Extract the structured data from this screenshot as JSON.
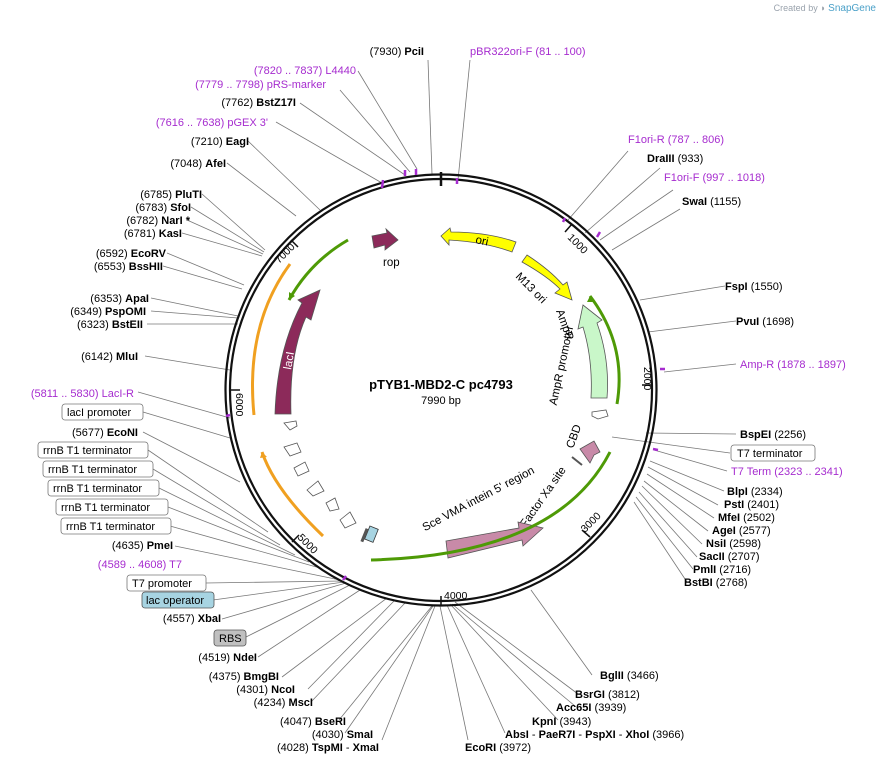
{
  "watermark": {
    "prefix": "Created by",
    "brand": "SnapGene"
  },
  "plasmid": {
    "name": "pTYB1-MBD2-C pc4793",
    "length_label": "7990 bp"
  },
  "ticks": [
    "1000",
    "2000",
    "3000",
    "4000",
    "5000",
    "6000",
    "7000"
  ],
  "enzymes": [
    {
      "pos": "(7930)",
      "name": "PciI"
    },
    {
      "pos": "(933)",
      "name": "DraIII"
    },
    {
      "pos": "(1155)",
      "name": "SwaI"
    },
    {
      "pos": "(1550)",
      "name": "FspI"
    },
    {
      "pos": "(1698)",
      "name": "PvuI"
    },
    {
      "pos": "(2256)",
      "name": "BspEI"
    },
    {
      "pos": "(2334)",
      "name": "BlpI"
    },
    {
      "pos": "(2401)",
      "name": "PstI"
    },
    {
      "pos": "(2502)",
      "name": "MfeI"
    },
    {
      "pos": "(2577)",
      "name": "AgeI"
    },
    {
      "pos": "(2598)",
      "name": "NsiI"
    },
    {
      "pos": "(2707)",
      "name": "SacII"
    },
    {
      "pos": "(2716)",
      "name": "PmlI"
    },
    {
      "pos": "(2768)",
      "name": "BstBI"
    },
    {
      "pos": "(3466)",
      "name": "BglII"
    },
    {
      "pos": "(3812)",
      "name": "BsrGI"
    },
    {
      "pos": "(3939)",
      "name": "Acc65I"
    },
    {
      "pos": "(3943)",
      "name": "KpnI"
    },
    {
      "pos": "(7762)",
      "name": "BstZ17I"
    },
    {
      "pos": "(7210)",
      "name": "EagI"
    },
    {
      "pos": "(7048)",
      "name": "AfeI"
    },
    {
      "pos": "(6785)",
      "name": "PluTI"
    },
    {
      "pos": "(6783)",
      "name": "SfoI"
    },
    {
      "pos": "(6782)",
      "name": "NarI *"
    },
    {
      "pos": "(6781)",
      "name": "KasI"
    },
    {
      "pos": "(6592)",
      "name": "EcoRV"
    },
    {
      "pos": "(6553)",
      "name": "BssHII"
    },
    {
      "pos": "(6353)",
      "name": "ApaI"
    },
    {
      "pos": "(6349)",
      "name": "PspOMI"
    },
    {
      "pos": "(6323)",
      "name": "BstEII"
    },
    {
      "pos": "(6142)",
      "name": "MluI"
    },
    {
      "pos": "(5677)",
      "name": "EcoNI"
    },
    {
      "pos": "(4635)",
      "name": "PmeI"
    },
    {
      "pos": "(4557)",
      "name": "XbaI"
    },
    {
      "pos": "(4519)",
      "name": "NdeI"
    },
    {
      "pos": "(4375)",
      "name": "BmgBI"
    },
    {
      "pos": "(4301)",
      "name": "NcoI"
    },
    {
      "pos": "(4234)",
      "name": "MscI"
    },
    {
      "pos": "(4047)",
      "name": "BseRI"
    },
    {
      "pos": "(4030)",
      "name": "SmaI"
    },
    {
      "pos": "(3972)",
      "name": "EcoRI"
    }
  ],
  "bottom_row_1": {
    "pos": "(4028)",
    "name1": "TspMI",
    "sep1": " - ",
    "name2": "XmaI"
  },
  "bottom_row_2": {
    "name1": "AbsI",
    "sep1": " - ",
    "name2": "PaeR7I",
    "sep2": " - ",
    "name3": "PspXI",
    "sep3": " - ",
    "name4": "XhoI",
    "pos": "(3966)"
  },
  "primers": [
    {
      "name": "pBR322ori-F",
      "range": "(81 .. 100)"
    },
    {
      "name": "F1ori-R",
      "range": "(787 .. 806)"
    },
    {
      "name": "F1ori-F",
      "range": "(997 .. 1018)"
    },
    {
      "name": "Amp-R",
      "range": "(1878 .. 1897)"
    },
    {
      "name": "T7 Term",
      "range": "(2323 .. 2341)"
    },
    {
      "name": "L4440",
      "range": "(7820 .. 7837)"
    },
    {
      "name": "pRS-marker",
      "range": "(7779 .. 7798)"
    },
    {
      "name": "pGEX 3'",
      "range": "(7616 .. 7638)"
    },
    {
      "name": "LacI-R",
      "range": "(5811 .. 5830)"
    },
    {
      "name": "T7",
      "range": "(4589 .. 4608)"
    }
  ],
  "boxed": [
    {
      "text": "T7 terminator"
    },
    {
      "text": "lacI promoter"
    },
    {
      "text": "rrnB T1 terminator"
    },
    {
      "text": "rrnB T1 terminator"
    },
    {
      "text": "rrnB T1 terminator"
    },
    {
      "text": "rrnB T1 terminator"
    },
    {
      "text": "rrnB T1 terminator"
    },
    {
      "text": "T7 promoter"
    },
    {
      "text": "lac operator"
    },
    {
      "text": "RBS"
    }
  ],
  "features": {
    "ori": "ori",
    "rop": "rop",
    "m13": "M13 ori",
    "ampr": "AmpR",
    "ampr_promoter": "AmpR promoter",
    "cbd": "CBD",
    "intein": "Sce VMA intein 5' region",
    "factor_xa": "Factor Xa site",
    "laci": "lacI"
  },
  "colors": {
    "primer": "#a62ccf",
    "ori": "#ffff00",
    "rop": "#8c2a5a",
    "laci": "#8c2a5a",
    "ampr": "#c9f7c9",
    "intein": "#c88aa8",
    "promoter_arc": "#4e9a06",
    "terminator_arc": "#f0a020",
    "lac_operator": "#a7d4e2",
    "rbs": "#c0c0c0"
  }
}
